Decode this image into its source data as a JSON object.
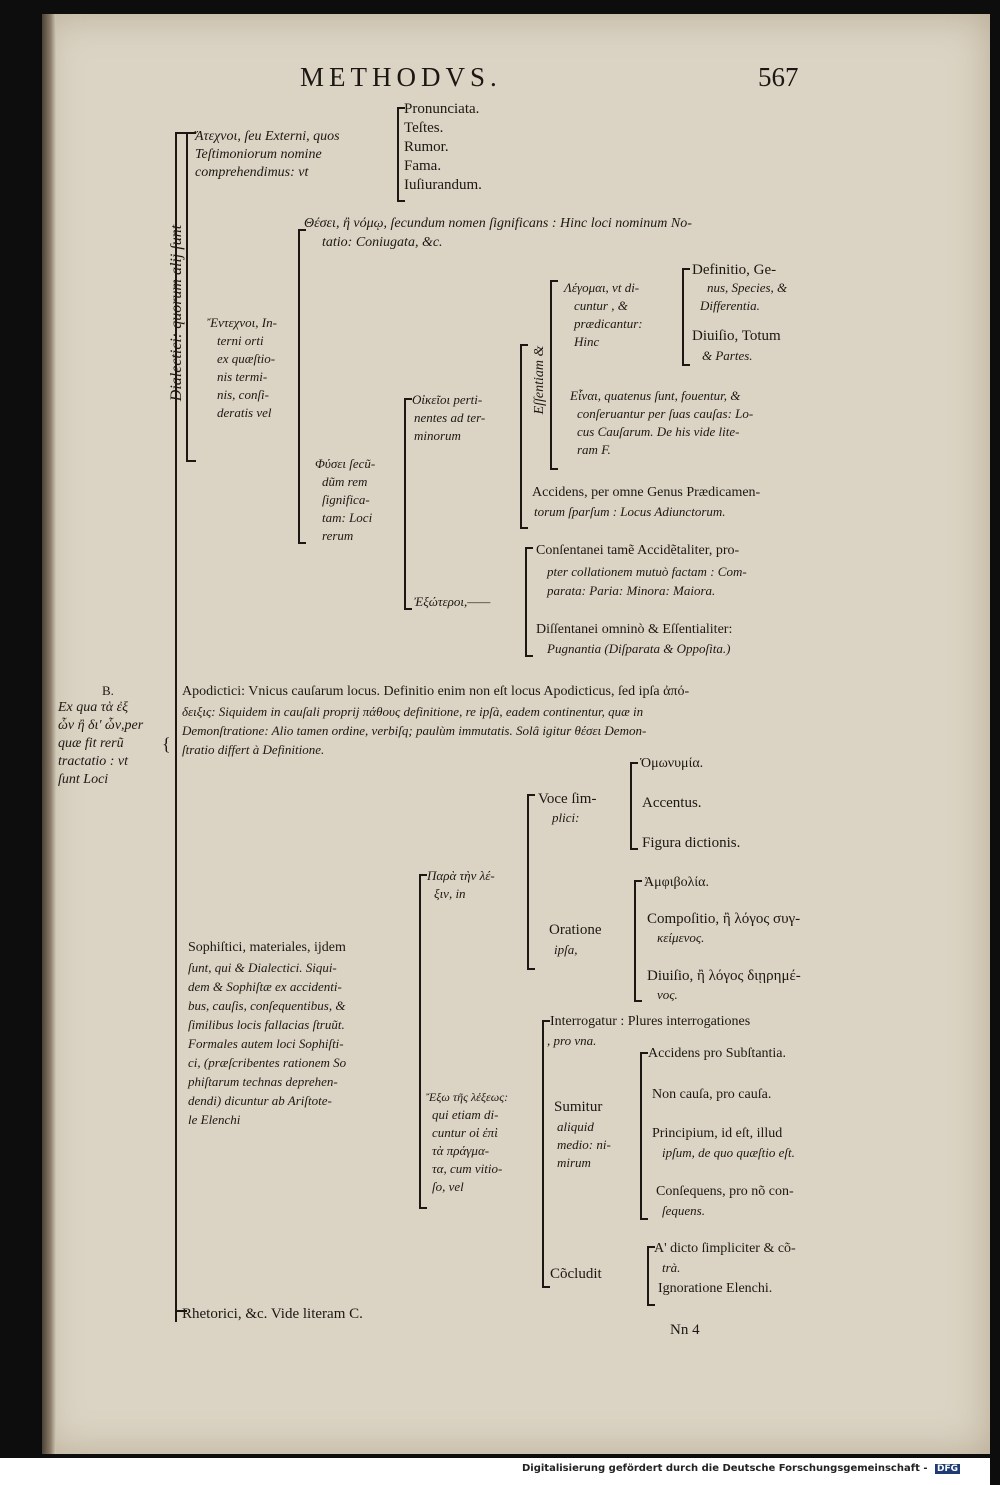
{
  "header": {
    "title": "METHODVS.",
    "page_number": "567"
  },
  "left_margin": {
    "label": "B.",
    "lines": [
      "Ex qua τὰ ἐξ",
      "ὧν ἢ δι' ὧν,per",
      "quæ fit rerũ",
      "tractatio : vt",
      "ſunt Loci"
    ]
  },
  "dialectici": {
    "label": "Dialectici: quorum alij ſunt",
    "atechnoi": [
      "Ἄτεχνοι, ſeu Externi, quos",
      "Teſtimoniorum nomine",
      "comprehendimus: vt"
    ],
    "atechnoi_items": [
      "Pronunciata.",
      "Teſtes.",
      "Rumor.",
      "Fama.",
      "Iuſiurandum."
    ],
    "entechnoi": [
      "Ἔντεχνοι, In-",
      "terni orti",
      "ex quæſtio-",
      "nis termi-",
      "nis, conſi-",
      "deratis vel"
    ],
    "thesei": [
      "Θέσει, ἢ νόμῳ, ſecundum nomen ſignificans : Hinc loci nominum No-",
      "tatio: Coniugata, &c."
    ],
    "physei": [
      "Φύσει ſecũ-",
      "dũm rem",
      "ſignifica-",
      "tam: Loci",
      "rerum"
    ],
    "oikeioi": [
      "Οἰκεῖοι perti-",
      "nentes ad ter-",
      "minorum"
    ],
    "essentiam": "Eſſentiam &",
    "legomena": [
      "Λέγομαι, vt di-",
      "cuntur , &",
      "prædicantur:",
      "Hinc"
    ],
    "definitio": [
      "Definitio, Ge-",
      "nus, Species, &",
      "Differentia."
    ],
    "divisio": [
      "Diuiſio, Totum",
      "& Partes."
    ],
    "einai": [
      "Εἶναι, quatenus ſunt, fouentur, &",
      "conſeruantur per ſuas cauſas: Lo-",
      "cus Cauſarum. De his vide lite-",
      "ram F."
    ],
    "accidens": [
      "Accidens, per omne Genus Prædicamen-",
      "torum ſparſum : Locus Adiunctorum."
    ],
    "exoteroi": "Ἐξώτεροι,——",
    "consentanei": [
      "Conſentanei tamẽ Accidẽtaliter, pro-",
      "pter collationem mutuò factam : Com-",
      "parata: Paria: Minora: Maiora."
    ],
    "dissentanei": [
      "Diſſentanei omninò & Eſſentialiter:",
      "Pugnantia (Diſparata & Oppoſita.)"
    ]
  },
  "apodictici": [
    "Apodictici: Vnicus cauſarum locus. Definitio enim non eſt locus Apodicticus, ſed ipſa ἀπό-",
    "δειξις: Siquidem in cauſali proprij πάθους definitione, re ipſà, eadem continentur, quæ in",
    "Demonſtratione: Alio tamen ordine, verbiſq; paulùm immutatis. Solâ igitur θέσει Demon-",
    "ſtratio differt à Definitione."
  ],
  "sophistici": {
    "text": [
      "Sophiſtici, materiales, ijdem",
      "ſunt, qui & Dialectici. Siqui-",
      "dem & Sophiſtæ ex accidenti-",
      "bus, cauſis, conſequentibus, &",
      "ſimilibus locis fallacias ſtruũt.",
      "Formales autem loci Sophiſti-",
      "ci, (præſcribentes rationem So",
      "phiſtarum technas deprehen-",
      "dendi) dicuntur ab Ariſtote-",
      "le Elenchi"
    ],
    "para_lexin": [
      "Παρὰ τὴν λέ-",
      "ξιν, in"
    ],
    "voce": [
      "Voce ſim-",
      "plici:"
    ],
    "voce_items": [
      "Ὁμωνυμία.",
      "Accentus.",
      "Figura dictionis."
    ],
    "oratione": [
      "Oratione",
      "ipſa,"
    ],
    "amphibolia": "Ἀμφιβολία.",
    "compositio": [
      "Compoſitio, ἢ λόγος συγ-",
      "κείμενος."
    ],
    "diuisio2": [
      "Diuiſio, ἢ λόγος διῃρημέ-",
      "νος."
    ],
    "exo_lexeos": [
      "Ἔξω τῆς λέξεως:",
      "qui etiam di-",
      "cuntur οἱ ἐπὶ",
      "τὰ πράγμα-",
      "τα, cum vitio-",
      "ſo, vel"
    ],
    "interrogatur": [
      "Interrogatur : Plures interrogationes",
      ", pro vna."
    ],
    "sumitur": [
      "Sumitur",
      "aliquid",
      "medio: ni-",
      "mirum"
    ],
    "sumitur_items": [
      [
        "Accidens pro Subſtantia."
      ],
      [
        "Non cauſa, pro cauſa."
      ],
      [
        "Principium, id eſt, illud",
        "ipſum, de quo quæſtio eſt."
      ],
      [
        "Conſequens, pro nõ con-",
        "ſequens."
      ]
    ],
    "concludit": "Cõcludit",
    "concludit_items": [
      [
        "A' dicto ſimpliciter & cõ-",
        "trà."
      ],
      [
        "Ignoratione Elenchi."
      ]
    ]
  },
  "rhetorici": "Rhetorici, &c. Vide literam C.",
  "signature": "Nn 4",
  "footer": {
    "credit": "Digitalisierung gefördert durch die Deutsche Forschungsgemeinschaft -",
    "logo": "DFG"
  }
}
